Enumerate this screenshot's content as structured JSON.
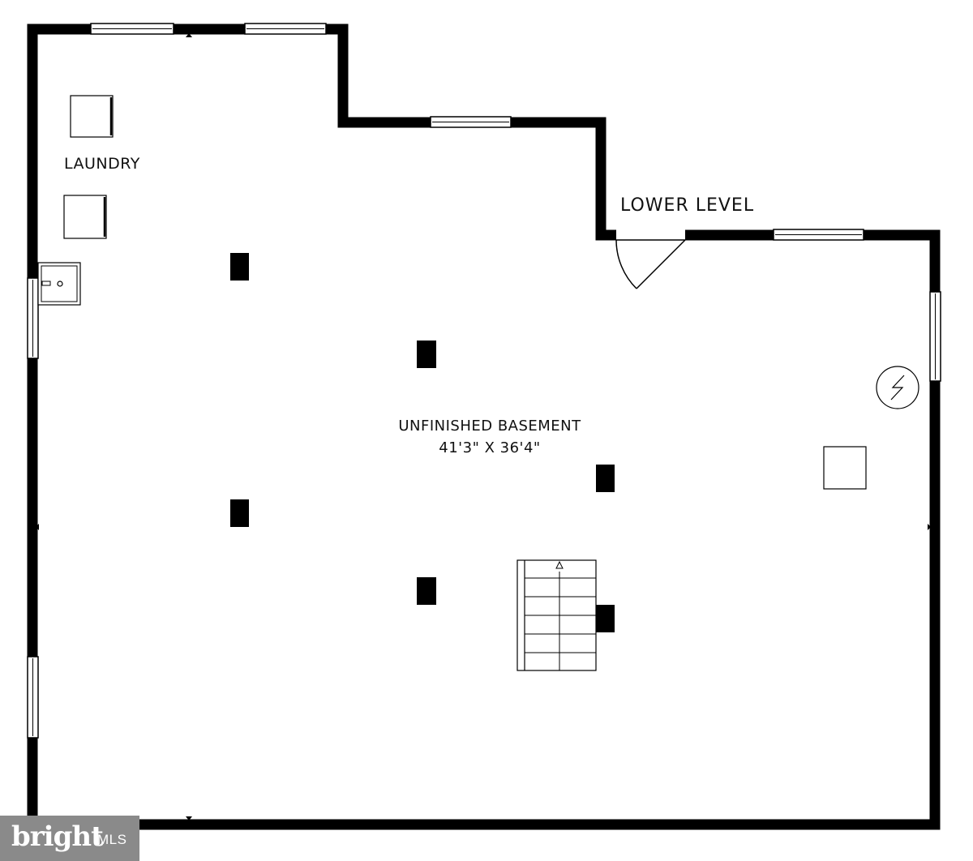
{
  "plan": {
    "level_title": "LOWER LEVEL",
    "rooms": {
      "laundry": "LAUNDRY",
      "basement_name": "UNFINISHED BASEMENT",
      "basement_dims": "41'3\" X 36'4\""
    }
  },
  "watermark": {
    "brand": "bright",
    "suffix": "MLS"
  },
  "colors": {
    "wall": "#000000",
    "watermark_bg": "#8a8a8a"
  }
}
